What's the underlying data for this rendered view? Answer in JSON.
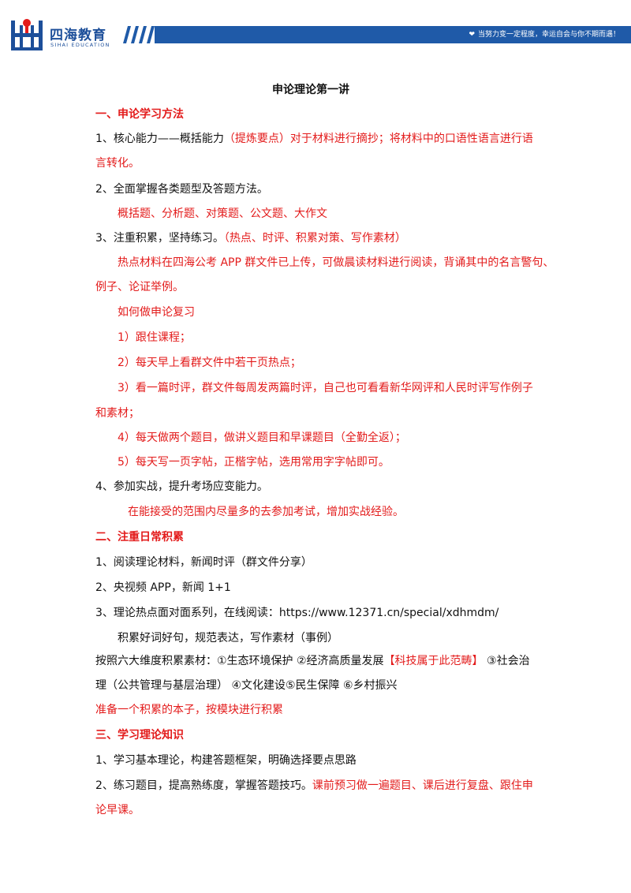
{
  "header": {
    "brand_cn": "四海教育",
    "brand_en": "SIHAI EDUCATION",
    "slogan": "当努力变一定程度，幸运自会与你不期而遇！"
  },
  "doc": {
    "title": "申论理论第一讲",
    "s1": {
      "heading": "一、申论学习方法",
      "i1_a": "1、核心能力——概括能力",
      "i1_b": "（提炼要点）对于材料进行摘抄；将材料中的口语性语言进行语",
      "i1_c": "言转化。",
      "i2": "2、全面掌握各类题型及答题方法。",
      "i2_sub": "概括题、分析题、对策题、公文题、大作文",
      "i3_a": "3、注重积累，坚持练习。",
      "i3_b": "（热点、时评、积累对策、写作素材）",
      "i3_p1": "热点材料在四海公考 APP 群文件已上传，可做晨读材料进行阅读，背诵其中的名言警句、",
      "i3_p2": "例子、论证举例。",
      "how": "如何做申论复习",
      "h1": "1）跟住课程；",
      "h2": "2）每天早上看群文件中若干页热点；",
      "h3_a": "3）看一篇时评，群文件每周发两篇时评，自己也可看看新华网评和人民时评写作例子",
      "h3_b": "和素材；",
      "h4": "4）每天做两个题目，做讲义题目和早课题目（全勤全返）；",
      "h5": "5）每天写一页字帖，正楷字帖，选用常用字字帖即可。",
      "i4": "4、参加实战，提升考场应变能力。",
      "i4_sub": "在能接受的范围内尽量多的去参加考试，增加实战经验。"
    },
    "s2": {
      "heading": "二、注重日常积累",
      "i1": "1、阅读理论材料，新闻时评（群文件分享）",
      "i2": "2、央视频  APP，新闻  1+1",
      "i3": "3、理论热点面对面系列，在线阅读：https://www.12371.cn/special/xdhmdm/",
      "i3_sub": "积累好词好句，规范表达，写作素材（事例）",
      "dims_a": "按照六大维度积累素材：①生态环境保护  ②经济高质量发展",
      "dims_b": "【科技属于此范畴】",
      "dims_c": " ③社会治",
      "dims_d": "理（公共管理与基层治理）  ④文化建设⑤民生保障  ⑥乡村振兴",
      "note": "准备一个积累的本子，按模块进行积累"
    },
    "s3": {
      "heading": "三、学习理论知识",
      "i1": "1、学习基本理论，构建答题框架，明确选择要点思路",
      "i2_a": "2、练习题目，提高熟练度，掌握答题技巧。",
      "i2_b": "课前预习做一遍题目、课后进行复盘、跟住申",
      "i2_c": "论早课。"
    }
  }
}
